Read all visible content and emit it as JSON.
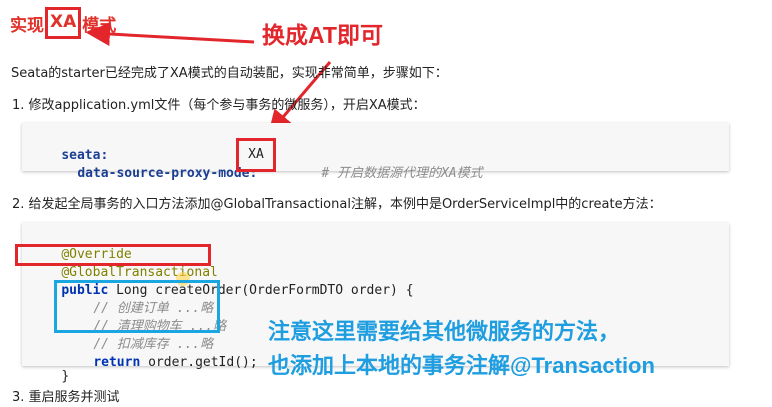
{
  "title": {
    "prefix": "实现",
    "highlight": "XA",
    "suffix": "模式"
  },
  "annotation_top": "换成AT即可",
  "intro": "Seata的starter已经完成了XA模式的自动装配，实现非常简单，步骤如下：",
  "steps": {
    "s1": "1.   修改application.yml文件（每个参与事务的微服务），开启XA模式：",
    "s2": "2.   给发起全局事务的入口方法添加@GlobalTransactional注解，本例中是OrderServiceImpl中的create方法：",
    "s3": "3.   重启服务并测试"
  },
  "yaml": {
    "key1": "seata:",
    "key2": "data-source-proxy-mode:",
    "value": "XA",
    "comment": "# 开启数据源代理的XA模式"
  },
  "java": {
    "override": "@Override",
    "global_tx": "@GlobalTransactional",
    "kw_public": "public",
    "sig_rest": " Long createOrder(OrderFormDTO order) {",
    "c1": "// 创建订单 ...略",
    "c2": "// 清理购物车 ...略",
    "c3": "// 扣减库存 ...略",
    "kw_return": "return",
    "ret_rest": " order.getId();",
    "close": "}"
  },
  "annotation_bottom": {
    "line1": "注意这里需要给其他微服务的方法，",
    "line2": "也添加上本地的事务注解@Transaction"
  },
  "colors": {
    "red": "#e3262b",
    "blue": "#1aa6e0",
    "keyword": "#0033b3",
    "annotation": "#808000",
    "comment": "#8c8c8c"
  }
}
